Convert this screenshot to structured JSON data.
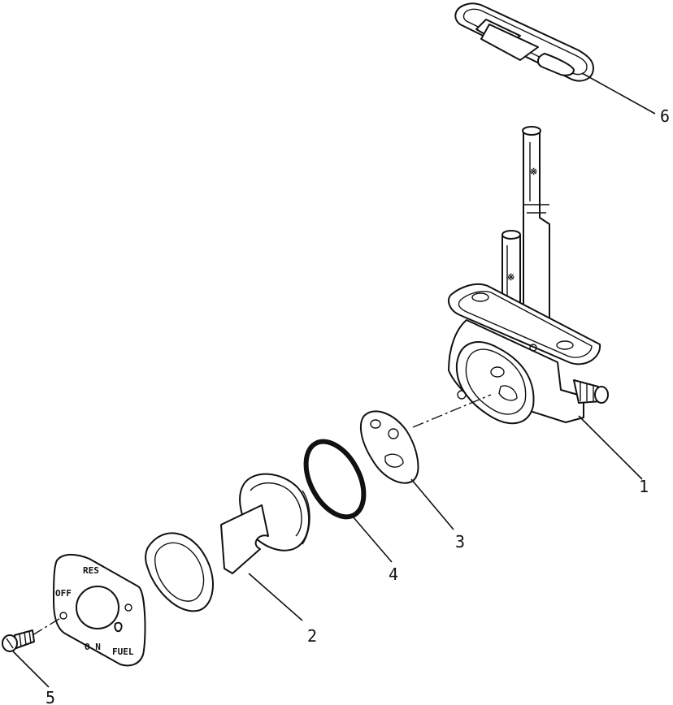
{
  "callouts": {
    "c1": "1",
    "c2": "2",
    "c3": "3",
    "c4": "4",
    "c5": "5",
    "c6": "6"
  },
  "lever_plate": {
    "res": "RES",
    "off": "OFF",
    "on": "O N",
    "fuel": "FUEL"
  }
}
